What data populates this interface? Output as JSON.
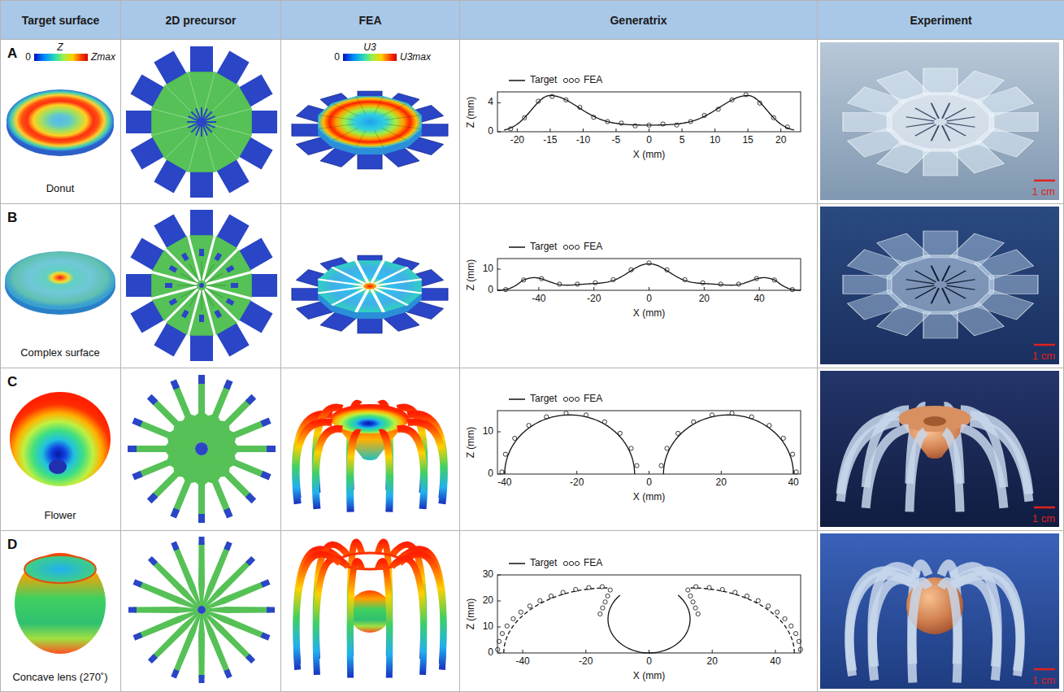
{
  "diagram": {
    "nodes": [
      {
        "text": [
          "Target surface"
        ]
      },
      {
        "text": [
          "2D precursor"
        ]
      },
      {
        "text": [
          "FEA"
        ]
      },
      {
        "text": [
          "Generatrix"
        ]
      },
      {
        "text": [
          "Experiment"
        ]
      }
    ],
    "labels": [
      "A",
      "Z",
      "0",
      "Zmax",
      "Donut",
      "U3",
      "0",
      "U3max",
      "Z (mm)",
      "4",
      "0",
      "-20",
      "-15",
      "-10",
      "-5",
      "0",
      "5",
      "10",
      "15",
      "20",
      "X (mm)",
      "1 cm",
      "B",
      "Complex surface",
      "Z (mm)",
      "10",
      "0",
      "-40",
      "-20",
      "0",
      "20",
      "40",
      "X (mm)",
      "1 cm",
      "C",
      "Flower",
      "Z (mm)",
      "10",
      "0",
      "-40",
      "-20",
      "0",
      "20",
      "40",
      "X (mm)",
      "1 cm",
      "D",
      "Concave lens (270˚)",
      "Z (mm)",
      "30",
      "20",
      "10",
      "0",
      "-40",
      "-20",
      "0",
      "20",
      "40",
      "X (mm)",
      "1 cm"
    ],
    "legend": [
      {
        "text": "Target"
      },
      {
        "text": "FEA"
      },
      {
        "text": "Target"
      },
      {
        "text": "FEA"
      },
      {
        "text": "Target"
      },
      {
        "text": "FEA"
      },
      {
        "text": "Target"
      },
      {
        "text": "FEA"
      }
    ]
  }
}
